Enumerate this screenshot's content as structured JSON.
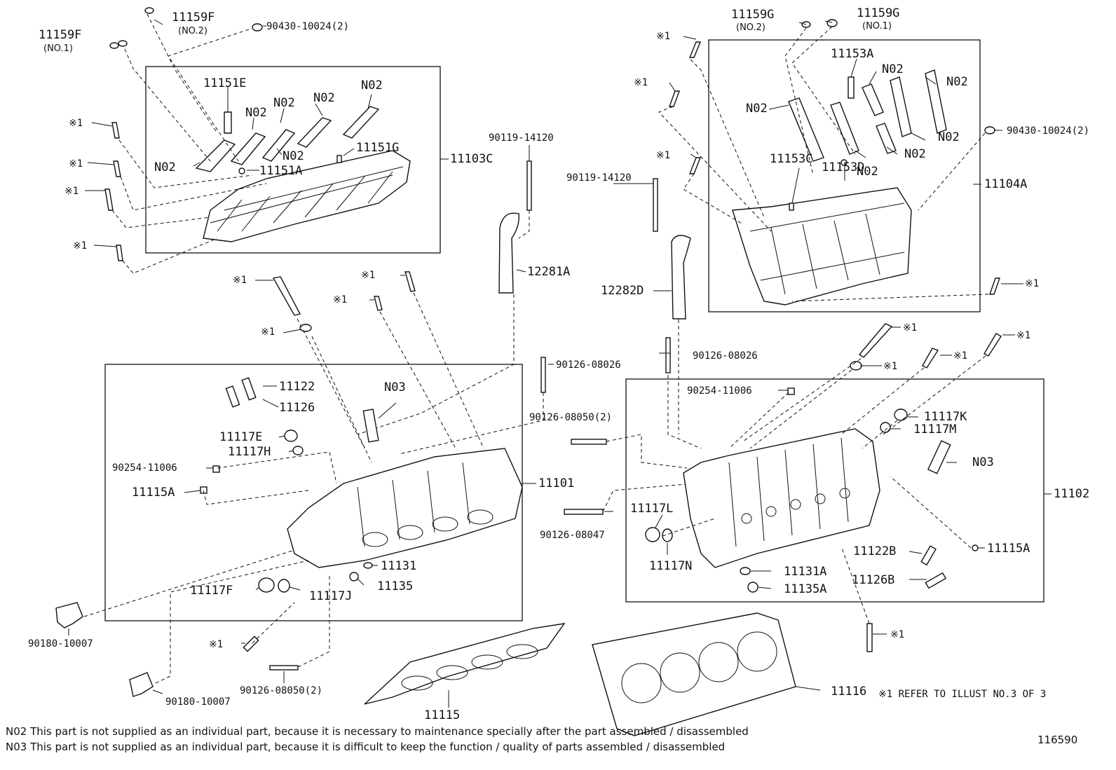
{
  "labels": {
    "p11159F_no1": "11159F",
    "p11159F_no1_sub": "(NO.1)",
    "p11159F_no2": "11159F",
    "p11159F_no2_sub": "(NO.2)",
    "p90430_l": "90430-10024(2)",
    "p11151E": "11151E",
    "n02_a": "N02",
    "n02_b": "N02",
    "n02_c": "N02",
    "n02_d": "N02",
    "n02_e": "N02",
    "n02_f": "N02",
    "p11151G": "11151G",
    "p11151A": "11151A",
    "p11103C": "11103C",
    "ref_a": "※1",
    "ref_b": "※1",
    "ref_c": "※1",
    "ref_d": "※1",
    "p90119_l": "90119-14120",
    "p12281A": "12281A",
    "p11159G_no2": "11159G",
    "p11159G_no2_sub": "(NO.2)",
    "p11159G_no1": "11159G",
    "p11159G_no1_sub": "(NO.1)",
    "p11153A": "11153A",
    "n02_r1": "N02",
    "n02_r2": "N02",
    "n02_r3": "N02",
    "n02_r4": "N02",
    "n02_r5": "N02",
    "n02_r6": "N02",
    "p90430_r": "90430-10024(2)",
    "p11104A": "11104A",
    "p11153C": "11153C",
    "p11153D": "11153D",
    "p90119_r": "90119-14120",
    "p12282D": "12282D",
    "ref_r1": "※1",
    "ref_r2": "※1",
    "ref_r3": "※1",
    "ref_r4": "※1",
    "ref_m1": "※1",
    "ref_m2": "※1",
    "ref_m3": "※1",
    "ref_m4": "※1",
    "p11122": "11122",
    "p11126": "11126",
    "n03_l": "N03",
    "p11117E": "11117E",
    "p11117H": "11117H",
    "p90254_l": "90254-11006",
    "p11115A_l": "11115A",
    "p11101": "11101",
    "p90126_08026_a": "90126-08026",
    "p90126_08026_b": "90126-08026",
    "p90126_08050_top": "90126-08050(2)",
    "p90126_08047": "90126-08047",
    "p11131": "11131",
    "p11135": "11135",
    "p11117F": "11117F",
    "p11117J": "11117J",
    "p90180_a": "90180-10007",
    "p90180_b": "90180-10007",
    "p90126_08050_bot": "90126-08050(2)",
    "ref_b1": "※1",
    "ref_b2": "※1",
    "p11115": "11115",
    "p11116": "11116",
    "p90254_r": "90254-11006",
    "p11117K": "11117K",
    "p11117M": "11117M",
    "n03_r": "N03",
    "p11102": "11102",
    "p11117L": "11117L",
    "p11117N": "11117N",
    "p11131A": "11131A",
    "p11135A": "11135A",
    "p11122B": "11122B",
    "p11126B": "11126B",
    "p11115A_r": "11115A",
    "ref_r5": "※1",
    "ref_r6": "※1",
    "ref_r7": "※1",
    "ref_r8": "※1"
  },
  "footnotes": {
    "n02": "N02  This part is not supplied as an individual part, because it is necessary to maintenance specially after the part assembled / disassembled",
    "n03": "N03  This part is not supplied as an individual part, because it is difficult to keep the function / quality of parts  assembled / disassembled"
  },
  "reference_note": "※1 REFER TO ILLUST NO.3 OF 3",
  "illustration_number": "116590"
}
